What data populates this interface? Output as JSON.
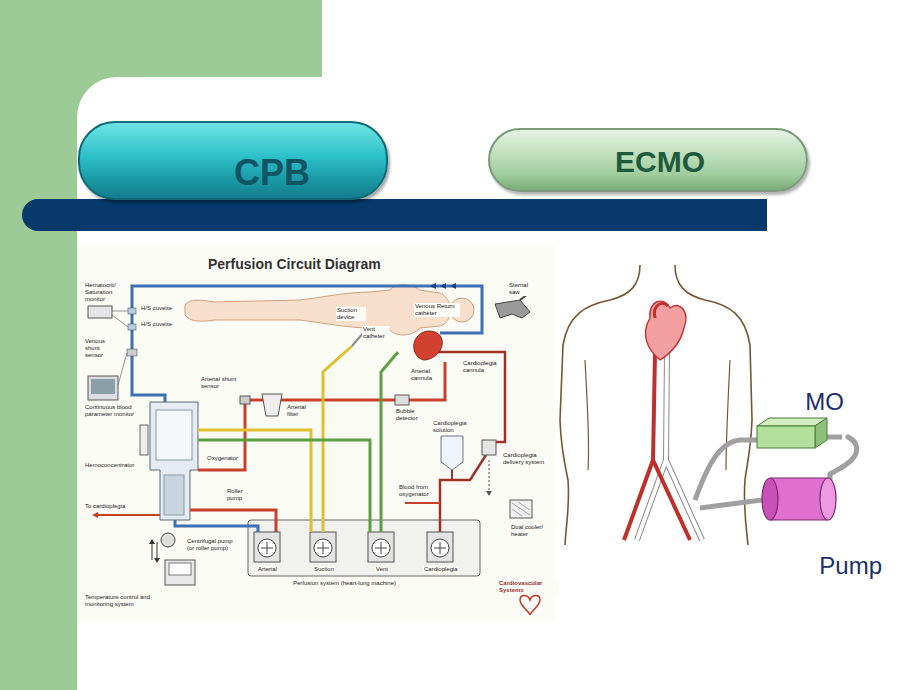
{
  "diagram": {
    "nodes": [
      {
        "text": [
          "CPB"
        ]
      },
      {
        "text": [
          "ECMO"
        ]
      },
      {
        "text": [
          "MO"
        ]
      },
      {
        "text": [
          "Pump"
        ]
      }
    ],
    "edges": [
      {
        "from": 2,
        "to": 3,
        "arrow": "none"
      }
    ],
    "labels": [
      "Perfusion Circuit Diagram",
      "Hematocrit/ Saturation monitor",
      "H/S cuvette",
      "H/S cuvette",
      "Venous shunt sensor",
      "Continuous blood parameter monitor",
      "Arterial shunt sensor",
      "Arterial filter",
      "Oxygenator",
      "Hemoconcentrator",
      "To cardioplegia",
      "Roller pump",
      "Centrifugal pump (or roller pump)",
      "Temperature control and monitoring system",
      "Arterial",
      "Suction",
      "Vent",
      "Cardioplegia",
      "Perfusion system (heart-lung machine)",
      "Suction device",
      "Vent catheter",
      "Venous Return catheter",
      "Cardioplegia cannula",
      "Arterial cannula",
      "Bubble detector",
      "Cardioplegia solution",
      "Blood from oxygenator",
      "Cardioplegia delivery system",
      "Dual cooler/ heater",
      "Sternal saw",
      "Cardiovascular Systems"
    ]
  }
}
